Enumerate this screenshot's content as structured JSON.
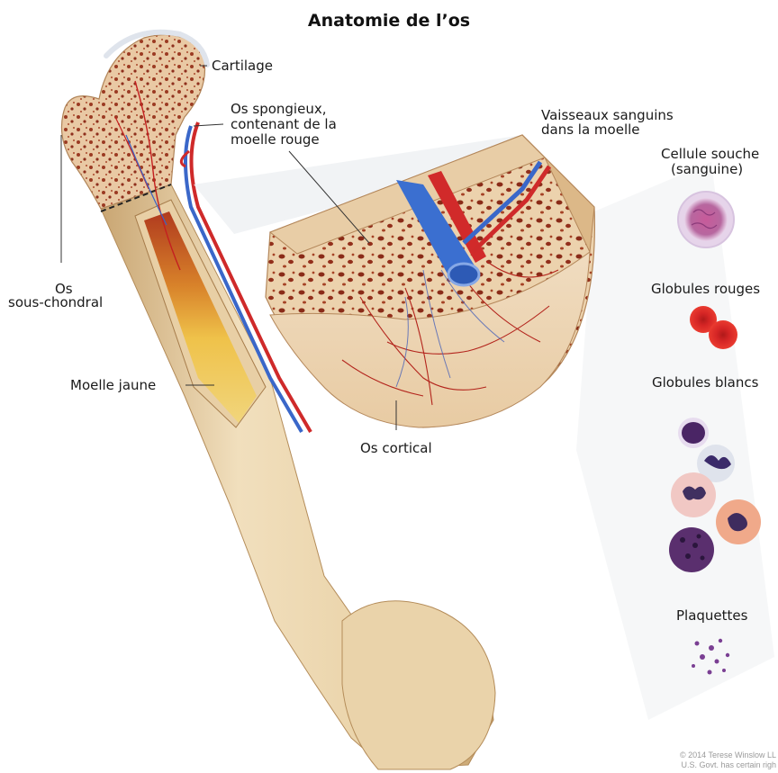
{
  "title": "Anatomie de l’os",
  "labels": {
    "cartilage": "Cartilage",
    "spongy_line1": "Os spongieux,",
    "spongy_line2": "contenant de la",
    "spongy_line3": "moelle rouge",
    "vessels_line1": "Vaisseaux sanguins",
    "vessels_line2": "dans la moelle",
    "stem_line1": "Cellule souche",
    "stem_line2": "(sanguine)",
    "subchondral_line1": "Os",
    "subchondral_line2": "sous-chondral",
    "red_cells": "Globules rouges",
    "yellow_marrow": "Moelle jaune",
    "white_cells": "Globules blancs",
    "cortical": "Os cortical",
    "platelets": "Plaquettes"
  },
  "credit": {
    "line1": "© 2014 Terese Winslow LL",
    "line2": "U.S. Govt. has certain righ"
  }
}
